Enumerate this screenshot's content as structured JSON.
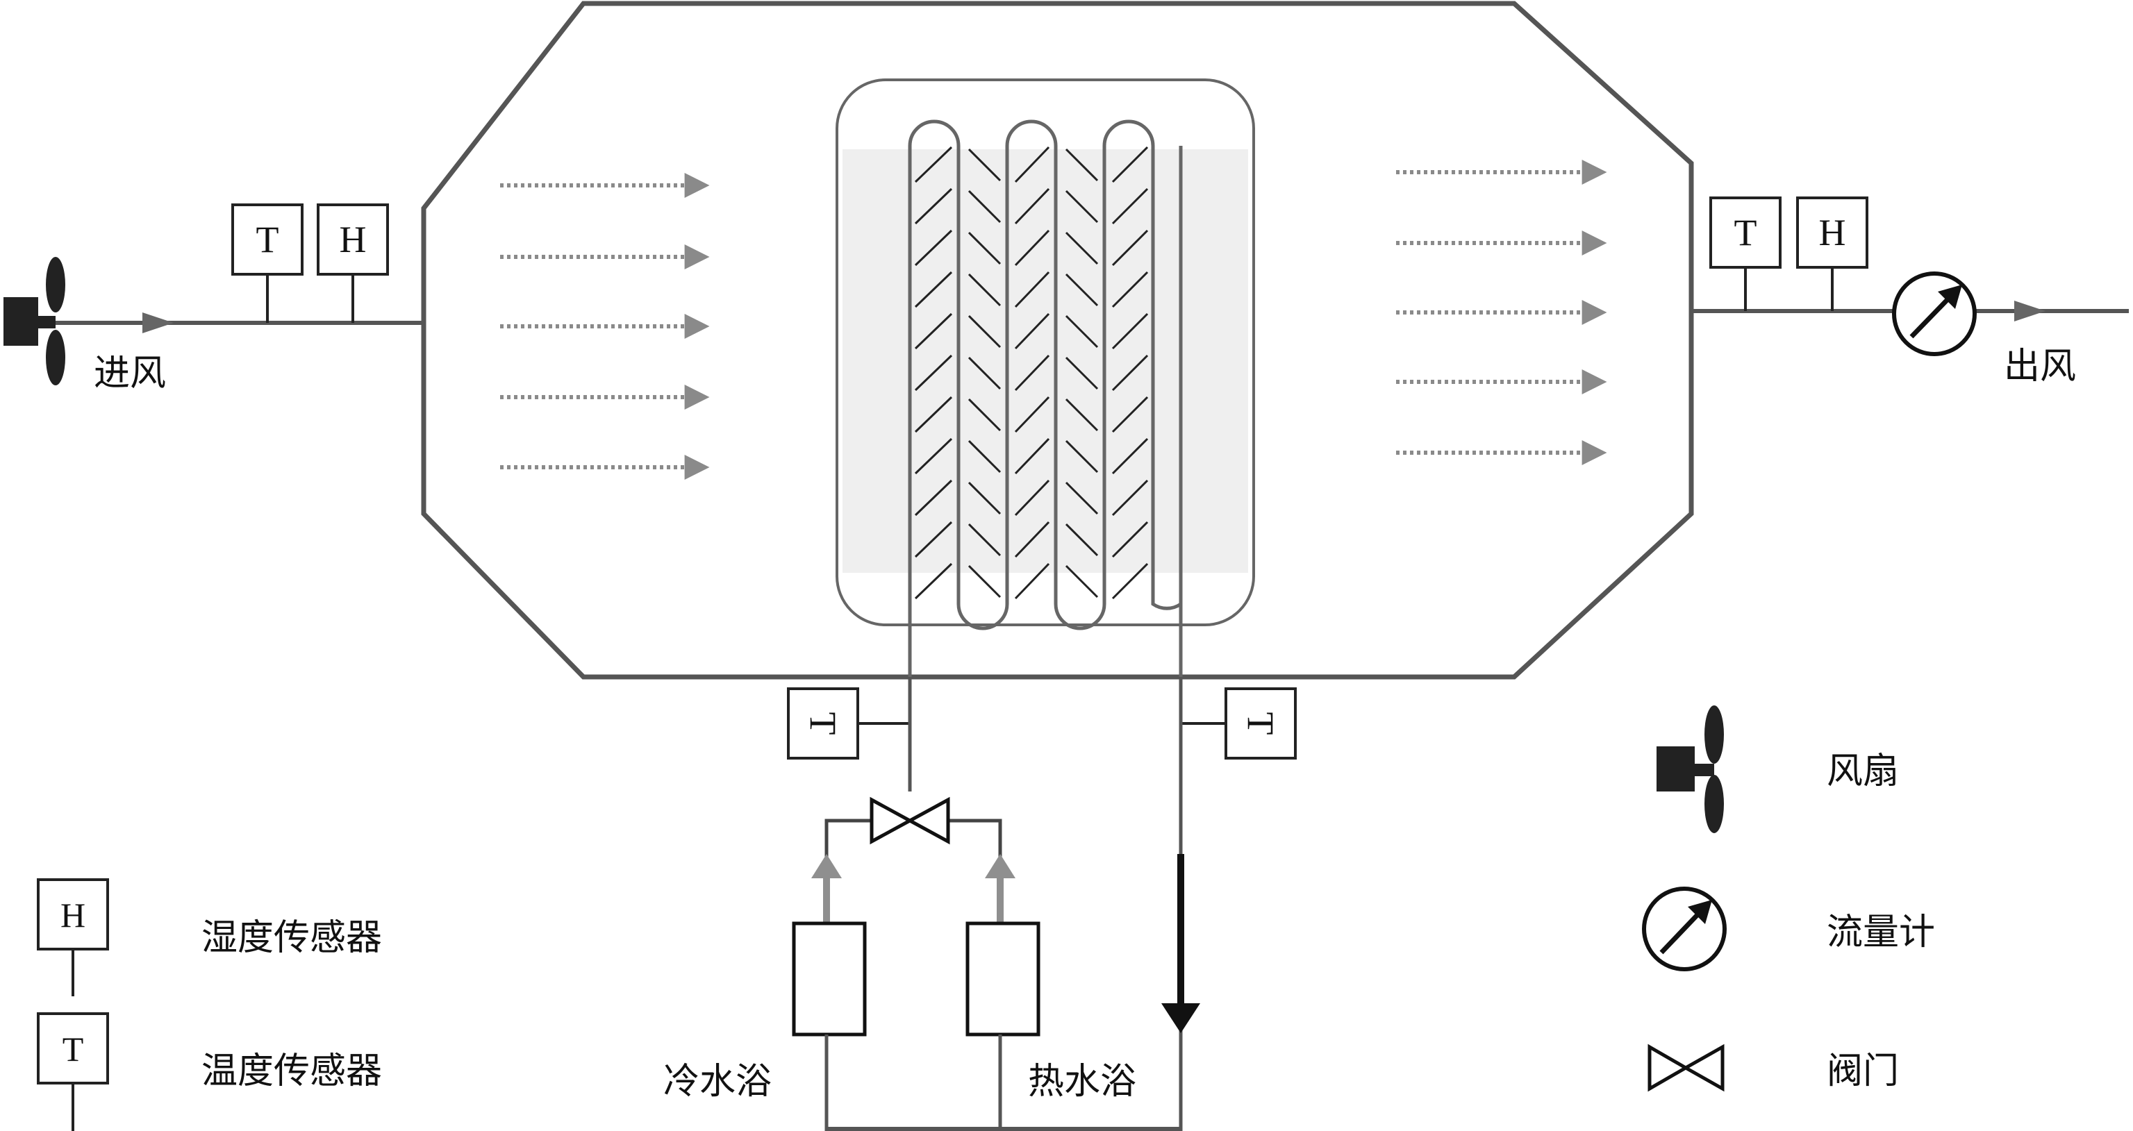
{
  "labels": {
    "inlet": "进风",
    "outlet": "出风",
    "cold_bath": "冷水浴",
    "hot_bath": "热水浴"
  },
  "sensor_letters": {
    "temperature": "T",
    "humidity": "H"
  },
  "legend": {
    "humidity_sensor": "湿度传感器",
    "temperature_sensor": "温度传感器",
    "fan": "风扇",
    "flowmeter": "流量计",
    "valve": "阀门"
  },
  "colors": {
    "chamber_outline": "#555555",
    "air_arrow": "#8a8a8a",
    "packing_fill": "#efefef",
    "water_up_arrow": "#8f8f8f",
    "water_down_line": "#111111"
  }
}
